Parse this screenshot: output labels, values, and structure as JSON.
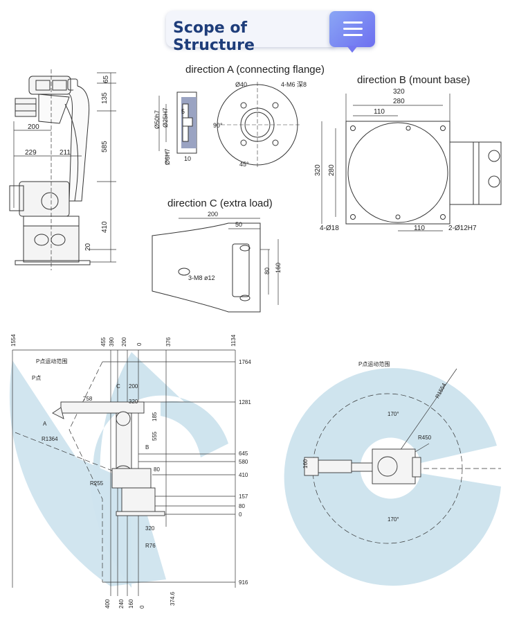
{
  "header": {
    "title": "Scope of Structure",
    "menu_icon": "hamburger-menu-icon"
  },
  "colors": {
    "reach_zone": "#cfe4ee",
    "title": "#1e3d7a",
    "accent": "#7478f0"
  },
  "side_view": {
    "dims_right": [
      "65",
      "135",
      "585",
      "410",
      "20"
    ],
    "dims_left": [
      "200",
      "229",
      "211"
    ]
  },
  "direction_a": {
    "label": "direction A (connecting flange)",
    "dims": [
      "Ø50h7",
      "Ø25H7",
      "Ø6H7",
      "5",
      "10",
      "Ø40",
      "4-M6 深8",
      "90°",
      "45°"
    ]
  },
  "direction_b": {
    "label": "direction B (mount base)",
    "dims": [
      "320",
      "280",
      "110",
      "320",
      "280",
      "4-Ø18",
      "110",
      "2-Ø12H7"
    ]
  },
  "direction_c": {
    "label": "direction C (extra load)",
    "dims": [
      "200",
      "50",
      "80",
      "160",
      "3-M8 ø12"
    ]
  },
  "workspace_side": {
    "top_dims": [
      "1554",
      "455",
      "390",
      "200",
      "0",
      "376",
      "1134"
    ],
    "right_dims": [
      "1764",
      "1281",
      "645",
      "580",
      "410",
      "157",
      "80",
      "0",
      "916"
    ],
    "bottom_dims": [
      "400",
      "240",
      "160",
      "0",
      "374.6"
    ],
    "labels": [
      "P点运动范围",
      "P点",
      "C",
      "A",
      "B",
      "758",
      "200",
      "320",
      "185",
      "555",
      "R1364",
      "R255",
      "R76",
      "320",
      "80"
    ]
  },
  "workspace_top": {
    "labels": [
      "P点运动范围",
      "R1554",
      "R450",
      "170°",
      "170°",
      "160"
    ]
  }
}
